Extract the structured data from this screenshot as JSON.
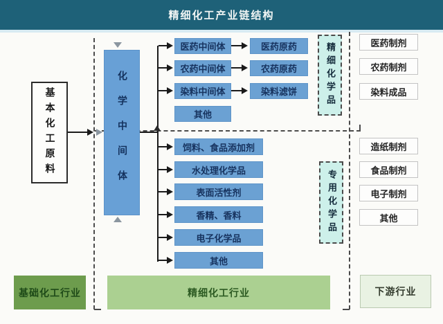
{
  "header": {
    "title": "精细化工产业链结构"
  },
  "source": {
    "label": "基本化工原料"
  },
  "intermediate": {
    "label": "化学中间体"
  },
  "fine_group": {
    "category": "精细化学品",
    "items": [
      "医药中间体",
      "农药中间体",
      "染料中间体",
      "其他"
    ],
    "products": [
      "医药原药",
      "农药原药",
      "染料滤饼"
    ]
  },
  "special_group": {
    "category": "专用化学品",
    "items": [
      "饲料、食品添加剂",
      "水处理化学品",
      "表面活性剂",
      "香精、香料",
      "电子化学品",
      "其他"
    ]
  },
  "downstream_products": {
    "items": [
      "医药制剂",
      "农药制剂",
      "染料成品",
      "造纸制剂",
      "食品制剂",
      "电子制剂",
      "其他"
    ]
  },
  "bottom_bars": {
    "basic": "基础化工行业",
    "fine": "精细化工行业",
    "downstream": "下游行业"
  },
  "colors": {
    "header_bg": "#1e6178",
    "blue_box": "#6ba1d3",
    "blue_box_text": "#17335f",
    "cyan_box": "#cdf0ea",
    "basic_bar": "#6d9c4d",
    "fine_bar": "#abd091",
    "downstream_bar": "#e9f2e3"
  }
}
